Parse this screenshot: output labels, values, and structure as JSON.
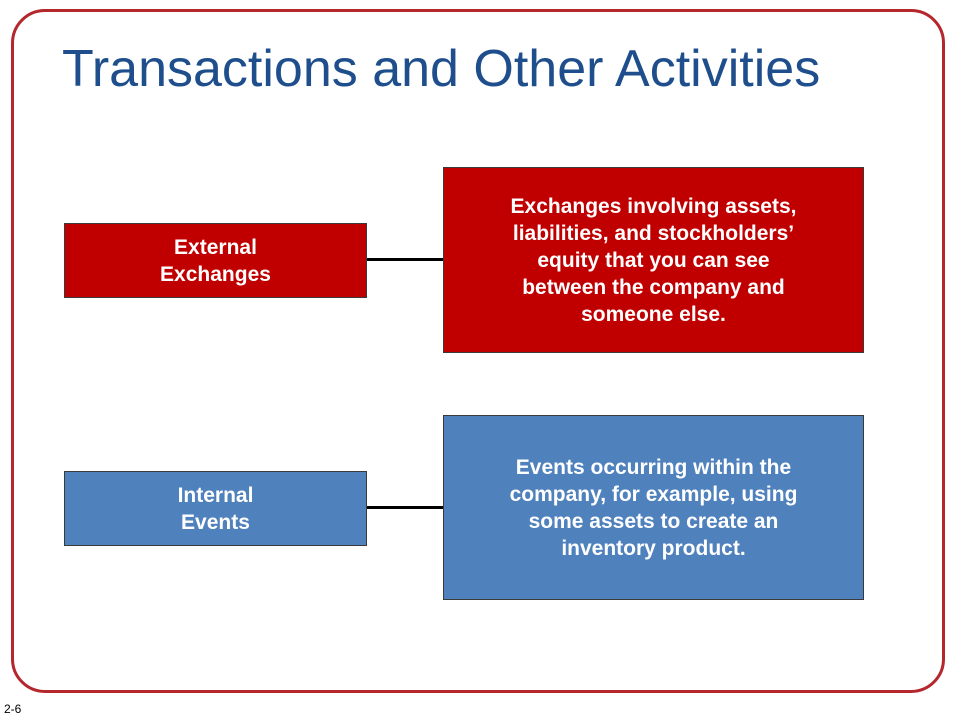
{
  "slide": {
    "title": "Transactions and Other Activities",
    "number": "2-6"
  },
  "rows": [
    {
      "label_line1": "External",
      "label_line2": "Exchanges",
      "description_lines": [
        "Exchanges involving assets,",
        "liabilities, and stockholders’",
        "equity that you can see",
        "between the company and",
        "someone else."
      ],
      "color": "#c00000"
    },
    {
      "label_line1": "Internal",
      "label_line2": "Events",
      "description_lines": [
        "Events occurring within the",
        "company, for example, using",
        "some assets to create an",
        "inventory product."
      ],
      "color": "#4f81bd"
    }
  ],
  "colors": {
    "title": "#1f4e8c",
    "frame_border": "#b3272d"
  }
}
